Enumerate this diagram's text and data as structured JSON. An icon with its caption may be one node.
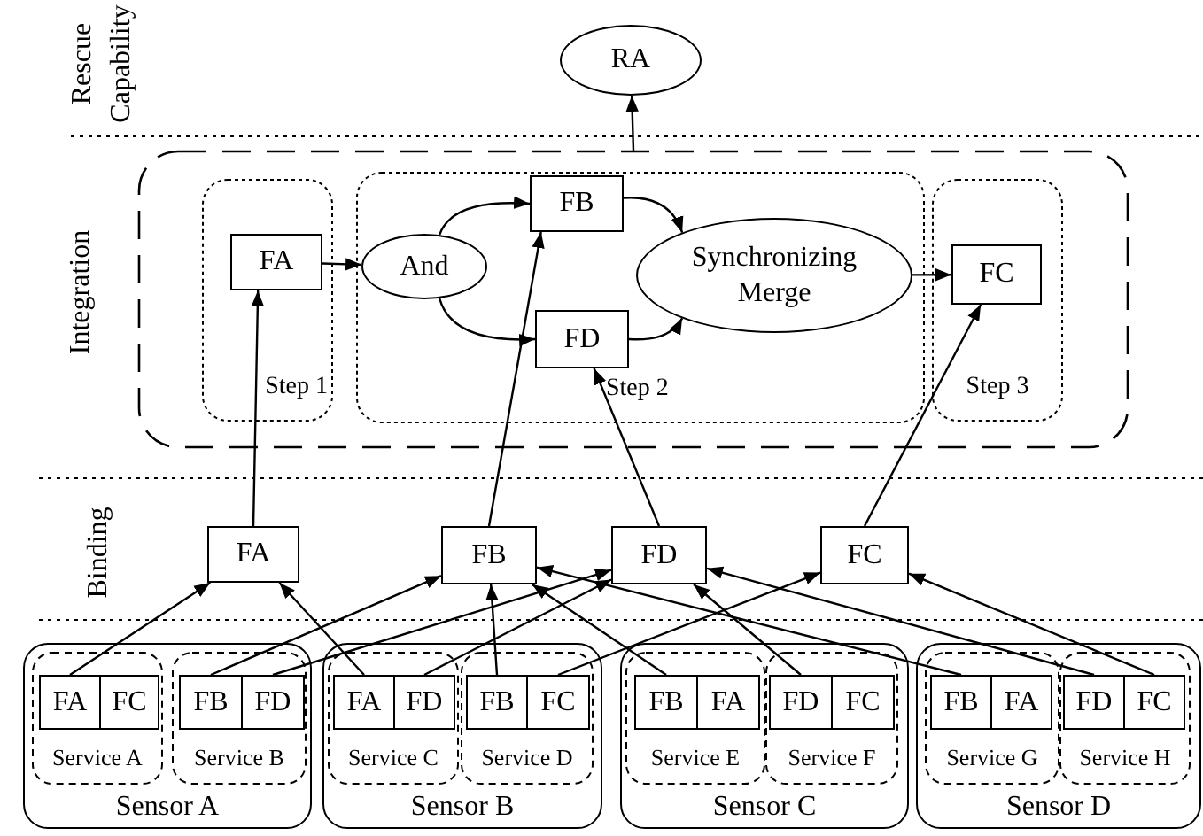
{
  "diagram": {
    "nodes": [
      {
        "text": [
          "RA"
        ]
      },
      {
        "text": [],
        "shape": "box"
      },
      {
        "text": [
          "Step 1"
        ],
        "in": 1
      },
      {
        "text": [
          "FA"
        ],
        "in": 2
      },
      {
        "text": [
          "Step 2"
        ],
        "in": 1
      },
      {
        "text": [
          "And"
        ],
        "in": 4
      },
      {
        "text": [
          "FB"
        ],
        "in": 4
      },
      {
        "text": [
          "FD"
        ],
        "in": 4
      },
      {
        "text": [
          "Synchronizing Merge"
        ],
        "in": 4
      },
      {
        "text": [
          "Step 3"
        ],
        "in": 1
      },
      {
        "text": [
          "FC"
        ],
        "in": 9
      },
      {
        "text": [
          "FA"
        ]
      },
      {
        "text": [
          "FB"
        ]
      },
      {
        "text": [
          "FD"
        ]
      },
      {
        "text": [
          "FC"
        ]
      },
      {
        "text": [
          "Sensor A"
        ]
      },
      {
        "text": [
          "Service A"
        ],
        "in": 15
      },
      {
        "text": [
          "FA"
        ],
        "in": 16
      },
      {
        "text": [
          "FC"
        ],
        "in": 16
      },
      {
        "text": [
          "Service B"
        ],
        "in": 15
      },
      {
        "text": [
          "FB"
        ],
        "in": 19
      },
      {
        "text": [
          "FD"
        ],
        "in": 19
      },
      {
        "text": [
          "Sensor B"
        ]
      },
      {
        "text": [
          "Service C"
        ],
        "in": 22
      },
      {
        "text": [
          "FA"
        ],
        "in": 23
      },
      {
        "text": [
          "FD"
        ],
        "in": 23
      },
      {
        "text": [
          "Service D"
        ],
        "in": 22
      },
      {
        "text": [
          "FB"
        ],
        "in": 26
      },
      {
        "text": [
          "FC"
        ],
        "in": 26
      },
      {
        "text": [
          "Sensor C"
        ]
      },
      {
        "text": [
          "Service E"
        ],
        "in": 29
      },
      {
        "text": [
          "FB"
        ],
        "in": 30
      },
      {
        "text": [
          "FA"
        ],
        "in": 30
      },
      {
        "text": [
          "Service F"
        ],
        "in": 29
      },
      {
        "text": [
          "FD"
        ],
        "in": 33
      },
      {
        "text": [
          "FC"
        ],
        "in": 33
      },
      {
        "text": [
          "Sensor D"
        ]
      },
      {
        "text": [
          "Service G"
        ],
        "in": 36
      },
      {
        "text": [
          "FB"
        ],
        "in": 37
      },
      {
        "text": [
          "FA"
        ],
        "in": 37
      },
      {
        "text": [
          "Service H"
        ],
        "in": 36
      },
      {
        "text": [
          "FD"
        ],
        "in": 40
      },
      {
        "text": [
          "FC"
        ],
        "in": 40
      }
    ],
    "edges": [
      {
        "from": 1,
        "to": 0,
        "arrow": "to"
      },
      {
        "from": 3,
        "to": 5,
        "arrow": "to"
      },
      {
        "from": 5,
        "to": 6,
        "arrow": "to"
      },
      {
        "from": 5,
        "to": 7,
        "arrow": "to"
      },
      {
        "from": 6,
        "to": 8,
        "arrow": "to"
      },
      {
        "from": 7,
        "to": 8,
        "arrow": "to"
      },
      {
        "from": 8,
        "to": 10,
        "arrow": "to"
      },
      {
        "from": 11,
        "to": 3,
        "arrow": "to"
      },
      {
        "from": 12,
        "to": 6,
        "arrow": "to"
      },
      {
        "from": 13,
        "to": 7,
        "arrow": "to"
      },
      {
        "from": 14,
        "to": 10,
        "arrow": "to"
      },
      {
        "from": 17,
        "to": 11,
        "arrow": "to"
      },
      {
        "from": 24,
        "to": 11,
        "arrow": "to"
      },
      {
        "from": 20,
        "to": 12,
        "arrow": "to"
      },
      {
        "from": 27,
        "to": 12,
        "arrow": "to"
      },
      {
        "from": 31,
        "to": 12,
        "arrow": "to"
      },
      {
        "from": 38,
        "to": 12,
        "arrow": "to"
      },
      {
        "from": 21,
        "to": 13,
        "arrow": "to"
      },
      {
        "from": 25,
        "to": 13,
        "arrow": "to"
      },
      {
        "from": 34,
        "to": 13,
        "arrow": "to"
      },
      {
        "from": 41,
        "to": 13,
        "arrow": "to"
      },
      {
        "from": 28,
        "to": 14,
        "arrow": "to"
      },
      {
        "from": 42,
        "to": 14,
        "arrow": "to"
      }
    ],
    "labels": [
      "Rescue Capability",
      "Integration",
      "Binding"
    ]
  }
}
